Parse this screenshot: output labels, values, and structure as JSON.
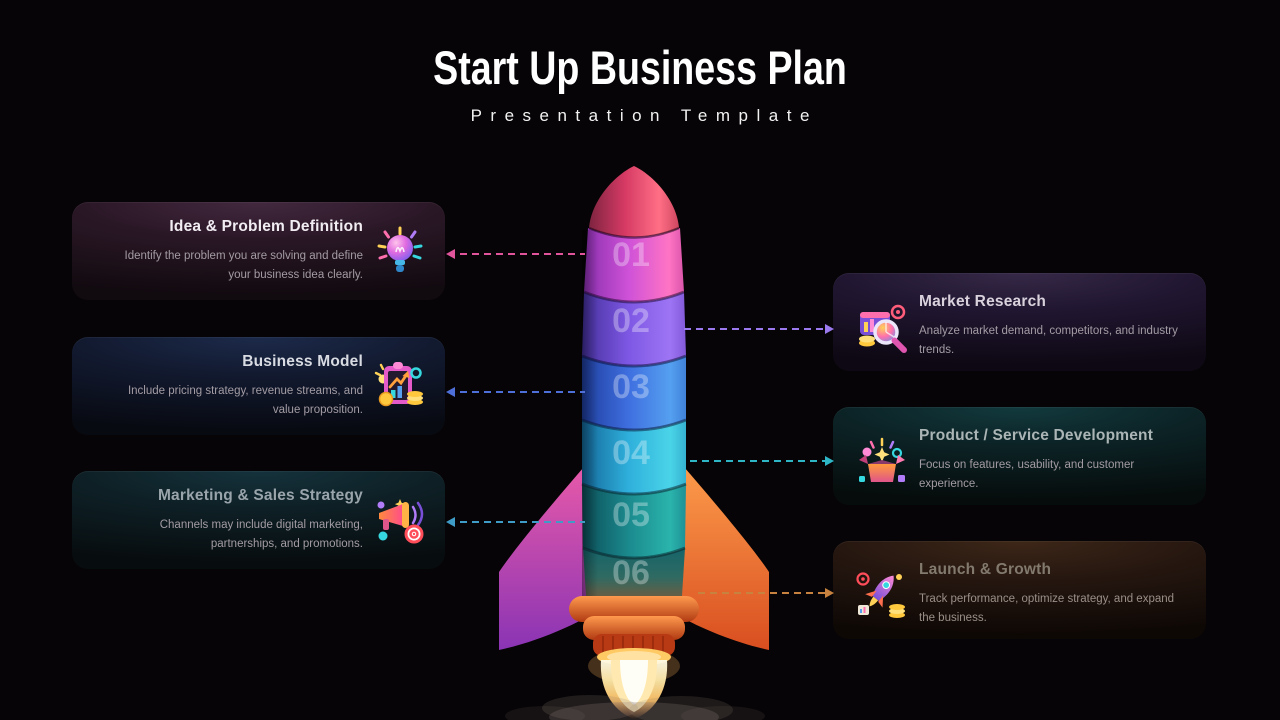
{
  "header": {
    "title": "Start Up Business Plan",
    "subtitle": "Presentation Template"
  },
  "steps": [
    {
      "number": "01",
      "side": "left",
      "title": "Idea & Problem Definition",
      "description": "Identify the problem you are solving and define your business idea clearly.",
      "icon": "lightbulb-icon",
      "accent": "#e0549c"
    },
    {
      "number": "02",
      "side": "right",
      "title": "Market Research",
      "description": "Analyze market demand, competitors, and industry trends.",
      "icon": "magnifier-chart-icon",
      "accent": "#9b79ee"
    },
    {
      "number": "03",
      "side": "left",
      "title": "Business Model",
      "description": "Include pricing strategy, revenue streams, and value proposition.",
      "icon": "clipboard-chart-icon",
      "accent": "#4f6fd8"
    },
    {
      "number": "04",
      "side": "right",
      "title": "Product / Service Development",
      "description": "Focus on features, usability, and customer experience.",
      "icon": "open-box-icon",
      "accent": "#2fb6c6"
    },
    {
      "number": "05",
      "side": "left",
      "title": "Marketing & Sales Strategy",
      "description": "Channels may include digital marketing, partnerships, and promotions.",
      "icon": "megaphone-icon",
      "accent": "#3f9cc6"
    },
    {
      "number": "06",
      "side": "right",
      "title": "Launch & Growth",
      "description": "Track performance, optimize strategy, and expand the business.",
      "icon": "rocket-launch-icon",
      "accent": "#c8823f"
    }
  ],
  "rocket_segment_colors": [
    "#e052b4",
    "#8a62e8",
    "#4a82e4",
    "#3ab4dc",
    "#22a0a0",
    "#c2622e"
  ]
}
